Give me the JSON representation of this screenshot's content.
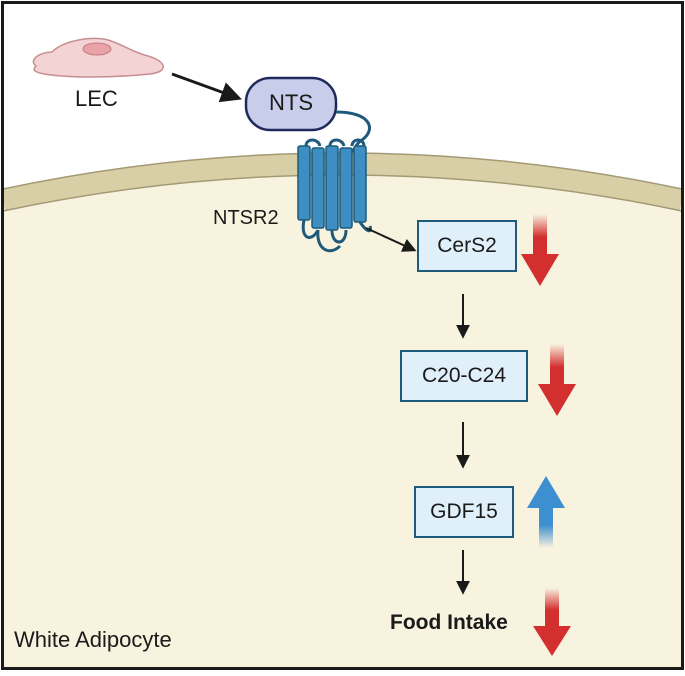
{
  "labels": {
    "lec": "LEC",
    "nts": "NTS",
    "ntsr2": "NTSR2",
    "cell": "White Adipocyte",
    "food_intake": "Food Intake"
  },
  "boxes": {
    "cers2": "CerS2",
    "c20c24": "C20-C24",
    "gdf15": "GDF15"
  },
  "effects": {
    "cers2": "down",
    "c20c24": "down",
    "gdf15": "up",
    "food_intake": "down"
  },
  "colors": {
    "down_arrow": "#d32f2f",
    "up_arrow": "#3d8fcf",
    "membrane": "#d9cfa6",
    "cytoplasm": "#f8f3df",
    "receptor": "#3d8fc3",
    "nts_fill": "#c7cdea",
    "lec_fill": "#f4d3d5",
    "box_fill": "#dff0fb"
  }
}
